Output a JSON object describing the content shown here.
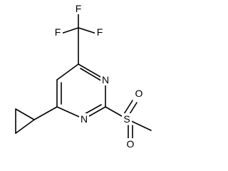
{
  "molecule": {
    "atoms": {
      "fluorine_1": "F",
      "fluorine_2": "F",
      "fluorine_3": "F",
      "nitrogen_1": "N",
      "nitrogen_3": "N",
      "sulfur": "S",
      "oxygen_1": "O",
      "oxygen_2": "O"
    }
  },
  "colors": {
    "bond": "#000000",
    "label": "#000000",
    "background": "#ffffff"
  }
}
